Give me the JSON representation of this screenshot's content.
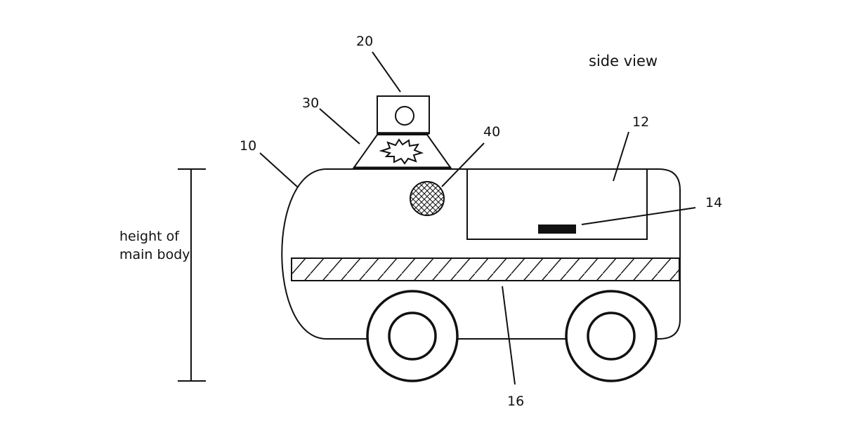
{
  "view_label": "side view",
  "height_label": [
    "height of",
    "main body"
  ],
  "refs": {
    "main_body": "10",
    "display_panel": "12",
    "indicator": "14",
    "bumper_strip": "16",
    "camera": "20",
    "light": "30",
    "sensor": "40"
  },
  "colors": {
    "stroke": "#111111",
    "background": "#ffffff"
  }
}
